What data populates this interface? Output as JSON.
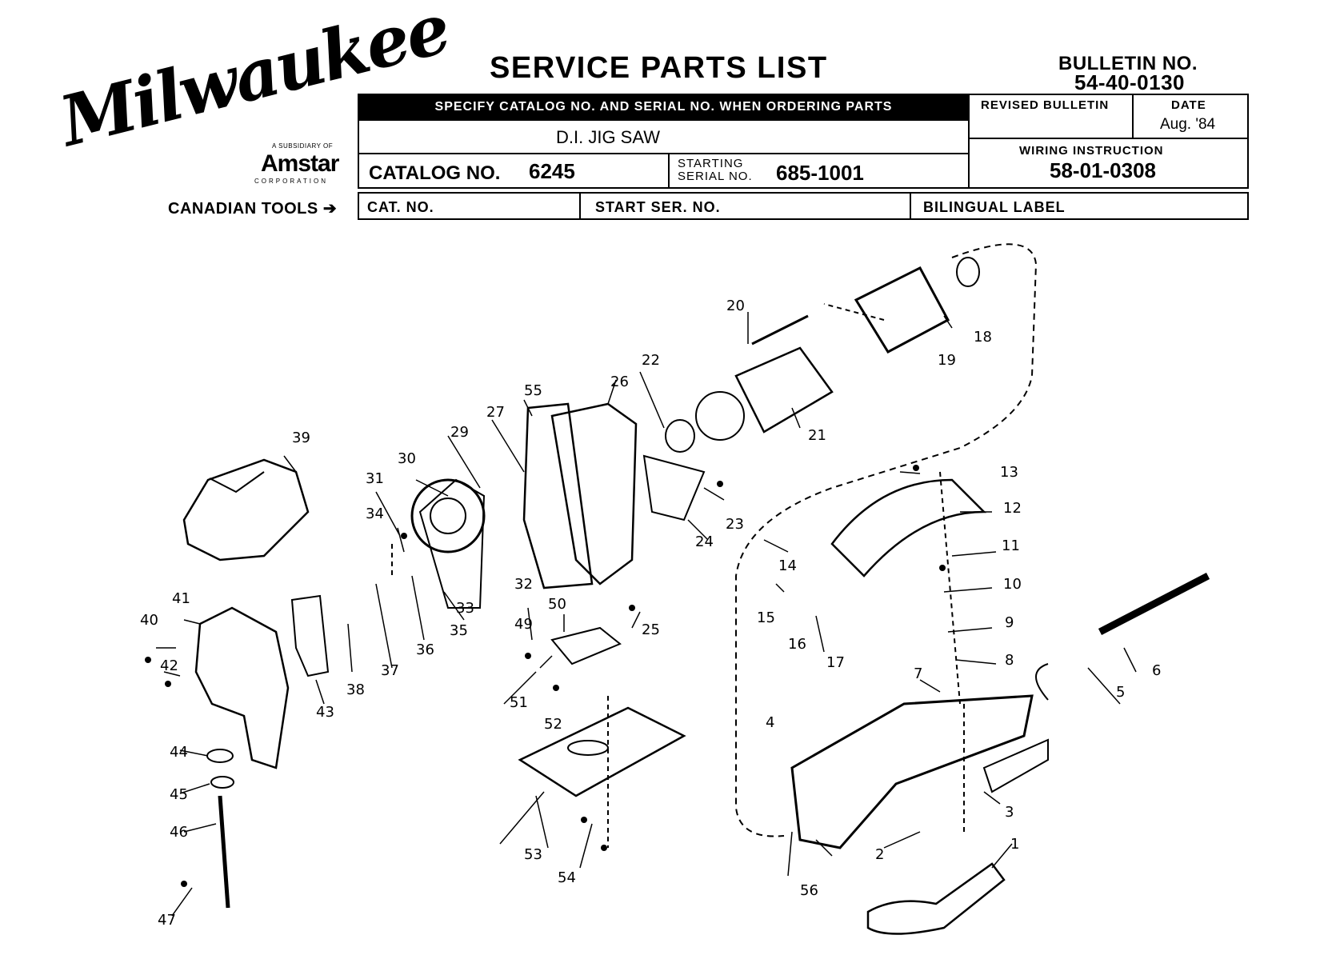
{
  "brand": {
    "logo_text": "Milwaukee",
    "subsidiary_line": "A SUBSIDIARY OF",
    "parent": "Amstar",
    "parent_sub": "CORPORATION"
  },
  "header": {
    "title": "SERVICE PARTS LIST",
    "bulletin_label": "BULLETIN NO.",
    "bulletin_no": "54-40-0130",
    "specify_banner": "SPECIFY CATALOG NO. AND SERIAL NO. WHEN ORDERING PARTS",
    "product_name": "D.I. JIG SAW",
    "catalog_label": "CATALOG NO.",
    "catalog_no": "6245",
    "starting_label_1": "STARTING",
    "starting_label_2": "SERIAL NO.",
    "starting_serial": "685-1001",
    "revised_label": "REVISED BULLETIN",
    "date_label": "DATE",
    "date_value": "Aug. '84",
    "wiring_label": "WIRING INSTRUCTION",
    "wiring_no": "58-01-0308",
    "canadian_label": "CANADIAN TOOLS",
    "cat_no_label": "CAT. NO.",
    "start_ser_label": "START SER. NO.",
    "bilingual_label": "BILINGUAL LABEL"
  },
  "part_callouts": [
    "1",
    "2",
    "3",
    "4",
    "5",
    "6",
    "7",
    "8",
    "9",
    "10",
    "11",
    "12",
    "13",
    "14",
    "15",
    "16",
    "17",
    "18",
    "19",
    "20",
    "21",
    "22",
    "23",
    "24",
    "25",
    "26",
    "27",
    "29",
    "30",
    "31",
    "32",
    "33",
    "34",
    "35",
    "36",
    "37",
    "38",
    "39",
    "40",
    "41",
    "42",
    "43",
    "44",
    "45",
    "46",
    "47",
    "49",
    "50",
    "51",
    "52",
    "53",
    "54",
    "55",
    "56"
  ]
}
